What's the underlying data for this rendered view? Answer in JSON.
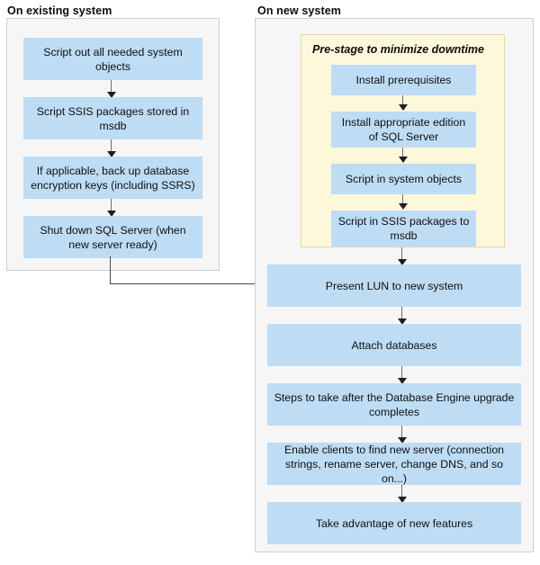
{
  "diagram": {
    "type": "flowchart",
    "title_existing": "On existing system",
    "title_new": "On new system",
    "colors": {
      "process_box": "#bedcf4",
      "panel_background": "#f6f6f6",
      "panel_border": "#cfcfcf",
      "prestage_background": "#fdf8da",
      "prestage_border": "#e3d9a7",
      "connector": "#6e6e6e",
      "arrowhead": "#1f1f1f",
      "text": "#101010"
    }
  },
  "existing_system": {
    "label": "On existing system",
    "steps": [
      {
        "id": "script-out-system-objects",
        "text": "Script out all needed system objects"
      },
      {
        "id": "script-ssis-packages",
        "text": "Script SSIS packages stored in msdb"
      },
      {
        "id": "back-up-encryption-keys",
        "text": "If applicable, back up database encryption keys (including SSRS)"
      },
      {
        "id": "shut-down-sql-server",
        "text": "Shut down SQL Server (when new server ready)"
      }
    ]
  },
  "new_system": {
    "label": "On new system",
    "prestage": {
      "label": "Pre-stage to minimize downtime",
      "steps": [
        {
          "id": "install-prerequisites",
          "text": "Install prerequisites"
        },
        {
          "id": "install-sql-server-edition",
          "text": "Install appropriate edition of SQL Server"
        },
        {
          "id": "script-in-system-objects",
          "text": "Script in system objects"
        },
        {
          "id": "script-in-ssis-packages",
          "text": "Script in SSIS packages to msdb"
        }
      ]
    },
    "steps": [
      {
        "id": "present-lun",
        "text": "Present LUN to new system"
      },
      {
        "id": "attach-databases",
        "text": "Attach databases"
      },
      {
        "id": "post-upgrade-steps",
        "text": "Steps to take after the Database Engine upgrade completes"
      },
      {
        "id": "enable-clients",
        "text": "Enable clients to find new server (connection strings, rename server, change DNS, and so on...)"
      },
      {
        "id": "take-advantage-features",
        "text": "Take advantage of new features"
      }
    ]
  },
  "connectors": {
    "cross_panel": {
      "from": "shut-down-sql-server",
      "to": "present-lun",
      "style": "elbow-right-arrow"
    }
  }
}
